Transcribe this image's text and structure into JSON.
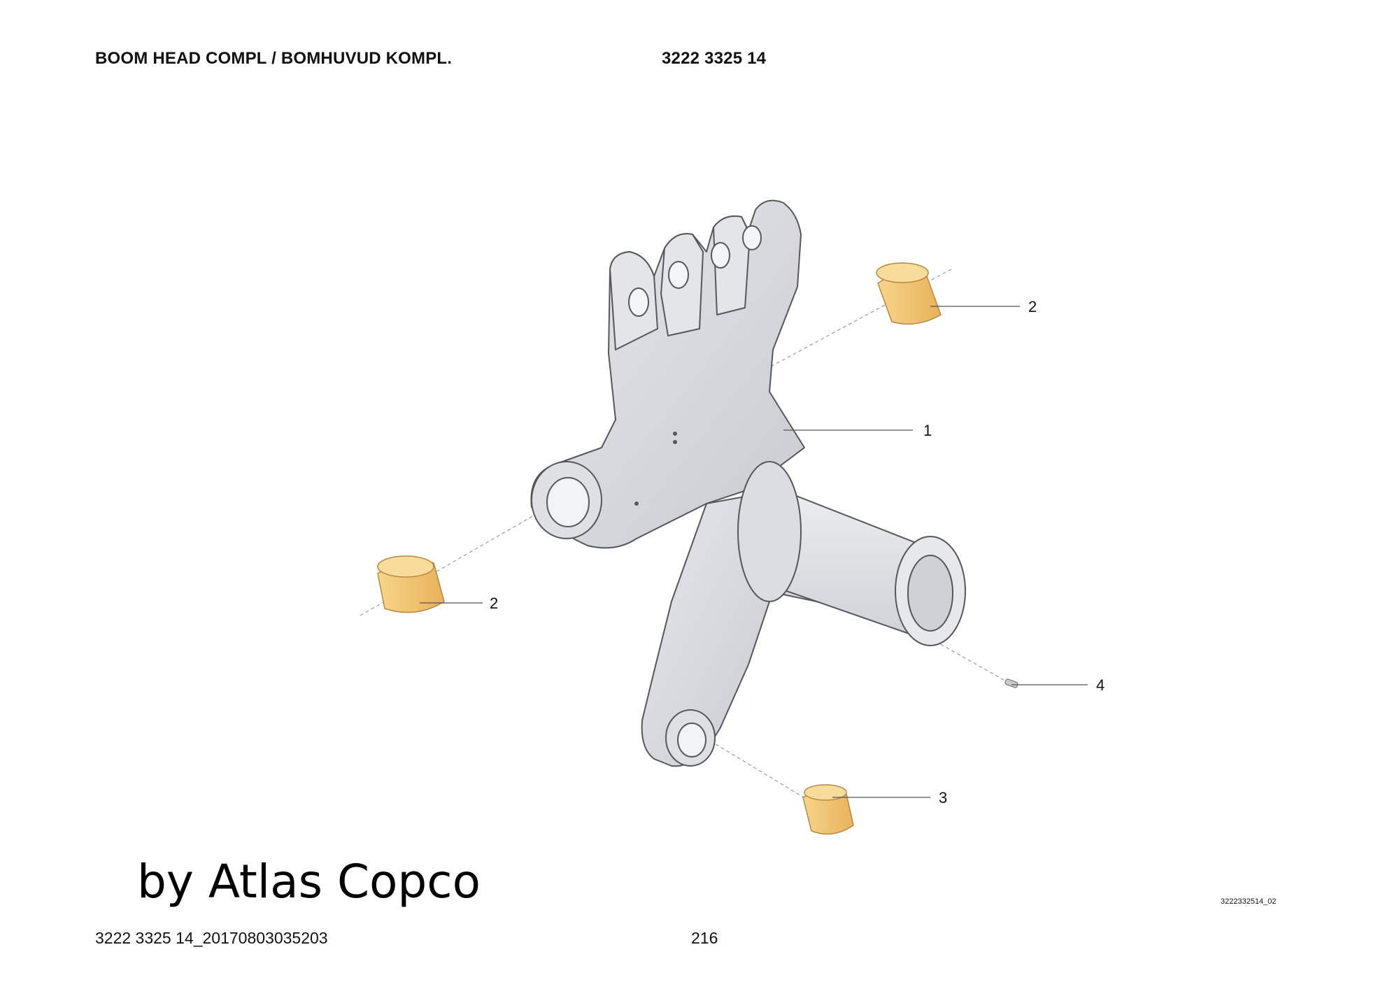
{
  "header": {
    "title": "BOOM HEAD COMPL / BOMHUVUD KOMPL.",
    "part_number": "3222 3325 14"
  },
  "illustration": {
    "callouts": [
      "1",
      "2",
      "2",
      "3",
      "4"
    ],
    "colors": {
      "casting": "#dcdde2",
      "casting_shadow": "#c4c6cc",
      "outline": "#55575c",
      "bushing": "#f3c46f",
      "bushing_dark": "#d8a24a"
    }
  },
  "watermark": "by Atlas Copco",
  "drawing_ref": "3222332514_02",
  "footer": {
    "doc_id": "3222 3325 14_20170803035203",
    "page_number": "216"
  }
}
